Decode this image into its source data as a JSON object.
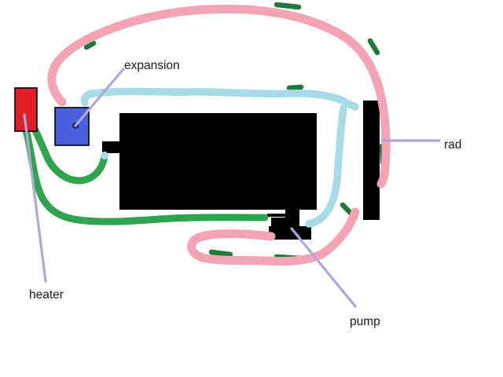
{
  "labels": {
    "expansion": "expansion",
    "rad": "rad",
    "heater": "heater",
    "pump": "pump"
  },
  "colors": {
    "background": "#ffffff",
    "pink": "#f3a3b3",
    "green": "#2ea44e",
    "dark_green_fleck": "#1f7a3a",
    "cyan": "#a6dbe7",
    "lavender": "#b1a6d8",
    "heater_red": "#de2026",
    "tank_blue": "#4961df",
    "block_black": "#000000",
    "leader_dot": "#1c2a6e",
    "text": "#1a1a1a"
  }
}
